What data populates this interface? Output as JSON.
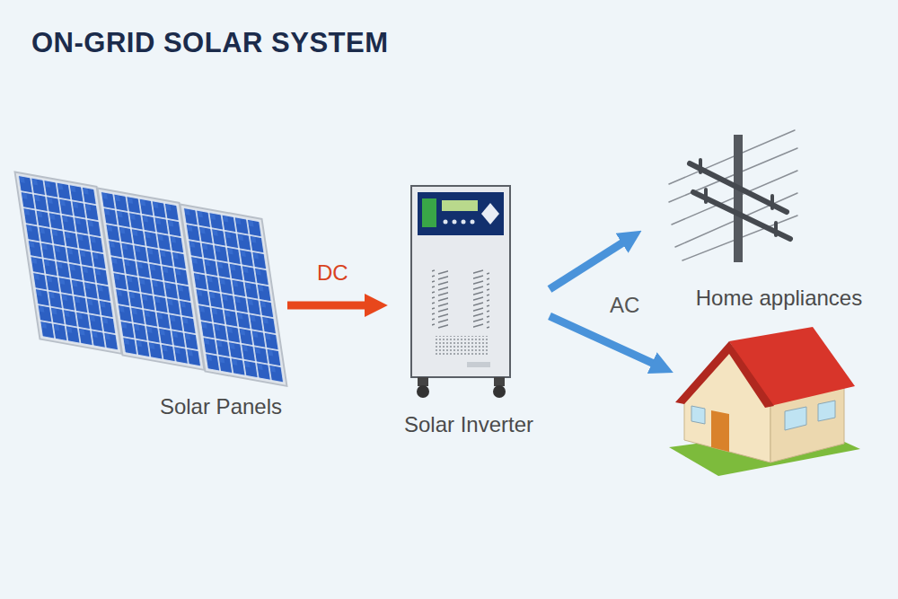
{
  "diagram": {
    "title": "ON-GRID SOLAR SYSTEM",
    "nodes": [
      {
        "text": [
          "Solar Panels"
        ]
      },
      {
        "text": [
          "Solar Inverter"
        ]
      },
      {
        "text": [
          "Home appliances"
        ]
      }
    ],
    "edges": [
      {
        "from": 0,
        "to": 1,
        "label": "DC",
        "arrow": "to"
      },
      {
        "from": 1,
        "to": 2,
        "label": "AC",
        "arrow": "to"
      }
    ]
  }
}
